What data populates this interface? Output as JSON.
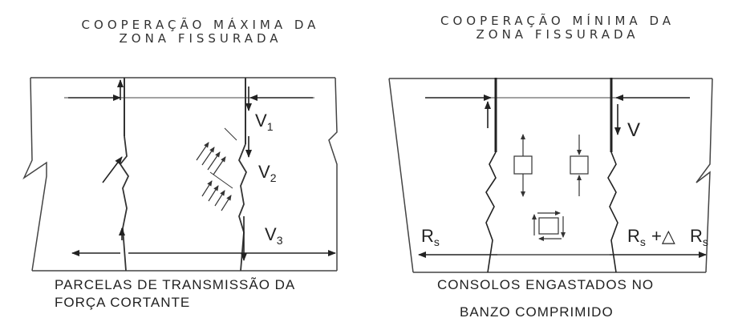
{
  "left": {
    "title_line1": "COOPERAÇÃO MÁXIMA DA",
    "title_line2": "ZONA FISSURADA",
    "caption_line1": "PARCELAS DE TRANSMISSÃO DA",
    "caption_line2": "FORÇA CORTANTE",
    "labels": {
      "v1": "V",
      "v1_sub": "1",
      "v2": "V",
      "v2_sub": "2",
      "v3": "V",
      "v3_sub": "3"
    }
  },
  "right": {
    "title_line1": "COOPERAÇÃO MÍNIMA DA",
    "title_line2": "ZONA FISSURADA",
    "caption_line1": "CONSOLOS ENGASTADOS NO",
    "caption_line2": "BANZO COMPRIMIDO",
    "labels": {
      "v": "V",
      "rs_left": "R",
      "rs_left_sub": "s",
      "rs_right": "R",
      "rs_right_sub": "s",
      "plus_delta": "+△",
      "rs_end": "R",
      "rs_end_sub": "s"
    }
  }
}
